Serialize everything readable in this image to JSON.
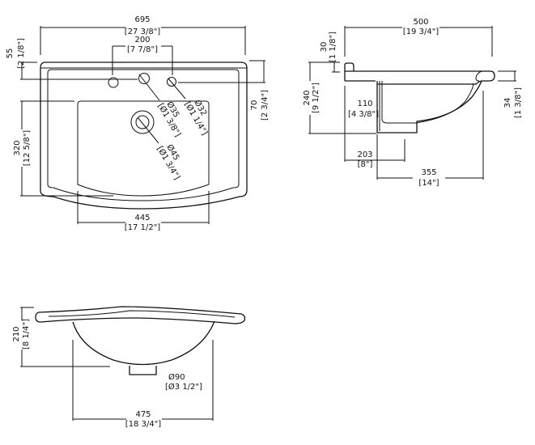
{
  "top_view": {
    "overall_width": {
      "mm": "695",
      "in": "[27 3/8\"]"
    },
    "tap_spacing": {
      "mm": "200",
      "in": "[7 7/8\"]"
    },
    "rim_to_hole": {
      "mm": "55",
      "in": "[2 1/8\"]"
    },
    "edge_to_hole": {
      "mm": "70",
      "in": "[2 3/4\"]"
    },
    "basin_depth": {
      "mm": "320",
      "in": "[12 5/8\"]"
    },
    "basin_width": {
      "mm": "445",
      "in": "[17 1/2\"]"
    },
    "hole_center": {
      "mm": "Ø35",
      "in": "[Ø1 3/8\"]"
    },
    "hole_side": {
      "mm": "Ø32",
      "in": "[Ø1 1/4\"]"
    },
    "drain": {
      "mm": "Ø45",
      "in": "[Ø1 3/4\"]"
    }
  },
  "side_view": {
    "overall_depth": {
      "mm": "500",
      "in": "[19 3/4\"]"
    },
    "backsplash": {
      "mm": "30",
      "in": "[1 1/8\"]"
    },
    "total_height": {
      "mm": "240",
      "in": "[9 1/2\"]"
    },
    "rim_thickness": {
      "mm": "34",
      "in": "[1 3/8\"]"
    },
    "drain_offset": {
      "mm": "110",
      "in": "[4 3/8\"]"
    },
    "drain_from_back": {
      "mm": "203",
      "in": "[8\"]"
    },
    "bowl_depth": {
      "mm": "355",
      "in": "[14\"]"
    }
  },
  "front_view": {
    "height": {
      "mm": "210",
      "in": "[8 1/4\"]"
    },
    "drain": {
      "mm": "Ø90",
      "in": "[Ø3 1/2\"]"
    },
    "bowl_width": {
      "mm": "475",
      "in": "[18 3/4\"]"
    }
  }
}
